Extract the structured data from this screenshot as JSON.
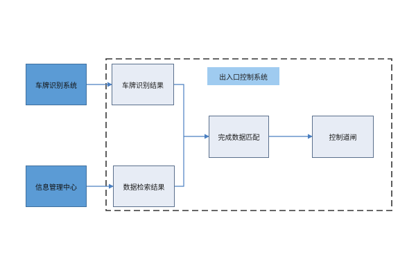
{
  "nodes": {
    "plate_recognition_system": "车牌识别系统",
    "info_management_center": "信息管理中心",
    "plate_recognition_result": "车牌识别结果",
    "data_search_result": "数据检索结果",
    "complete_data_match": "完成数据匹配",
    "control_gate": "控制道闸"
  },
  "group": {
    "label": "出入口控制系统"
  },
  "colors": {
    "source_fill": "#5b9bd5",
    "process_fill": "#e7ecf5",
    "group_label_fill": "#9fcbf0",
    "arrow": "#4a7fc1",
    "group_border": "#333333"
  }
}
